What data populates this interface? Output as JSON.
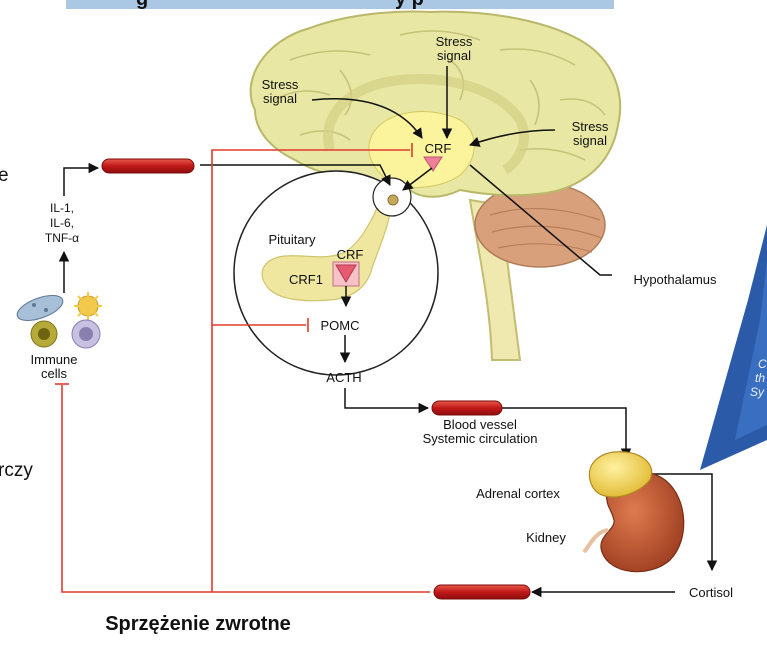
{
  "title_fragment": "g",
  "title_fragment_2": "y p",
  "brain": {
    "stress_signal_top": [
      "Stress",
      "signal"
    ],
    "stress_signal_left": [
      "Stress",
      "signal"
    ],
    "stress_signal_right": [
      "Stress",
      "signal"
    ],
    "crf": "CRF",
    "hypothalamus": "Hypothalamus"
  },
  "pituitary": {
    "label": "Pituitary",
    "crf": "CRF",
    "crf1": "CRF1",
    "pomc": "POMC",
    "acth": "ACTH"
  },
  "immune": {
    "cytokines": [
      "IL-1,",
      "IL-6,",
      "TNF-α"
    ],
    "label": [
      "Immune",
      "cells"
    ]
  },
  "circulation": {
    "vessel": [
      "Blood vessel",
      "Systemic circulation"
    ],
    "adrenal_cortex": "Adrenal cortex",
    "kidney": "Kidney",
    "cortisol": "Cortisol"
  },
  "caption": "Sprzężenie zwrotne",
  "left_edge_text": [
    "e",
    "rczy"
  ],
  "right_panel_text": [
    "C",
    "th",
    "Sy"
  ],
  "colors": {
    "brain_fill": "#e8e7a3",
    "brain_stroke": "#b9b86a",
    "hypothalamus_fill": "#fbf49c",
    "cerebellum": "#d9a07c",
    "vessel_red": "#cc2020",
    "feedback_red": "#e23a2e",
    "banner_blue": "#aac8e3",
    "panel_blue": "#2a5aa8"
  }
}
